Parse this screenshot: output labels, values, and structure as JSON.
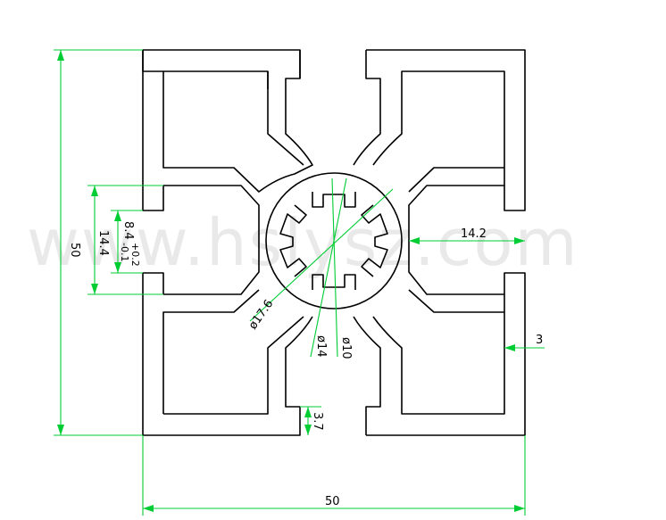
{
  "watermark": "www.hslysz.com",
  "dimensions": {
    "height": "50",
    "width": "50",
    "slot_outer": "14.4",
    "slot_inner": "8.4",
    "slot_tol_plus": "+0.2",
    "slot_tol_minus": "-0.1",
    "slot_depth": "14.2",
    "wall": "3",
    "lip": "3.7",
    "dia_large": "ø17.6",
    "dia_mid": "ø14",
    "dia_small": "ø10"
  },
  "colors": {
    "outline": "#000000",
    "dimension": "#00cc33",
    "watermark": "#e9e9e9"
  }
}
